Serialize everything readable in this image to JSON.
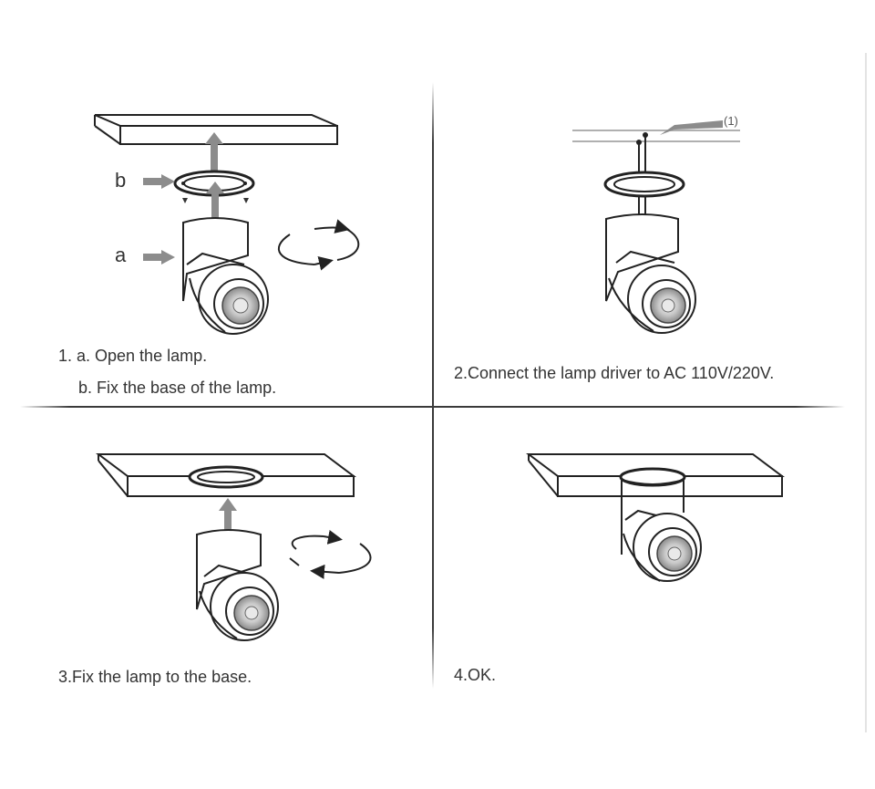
{
  "steps": [
    {
      "line1": "1. a. Open the lamp.",
      "line2": "b. Fix the base of the lamp.",
      "label_a": "a",
      "label_b": "b"
    },
    {
      "line1": "2.Connect the lamp driver to AC 110V/220V.",
      "callout": "(1)"
    },
    {
      "line1": "3.Fix the lamp to the base."
    },
    {
      "line1": "4.OK."
    }
  ]
}
